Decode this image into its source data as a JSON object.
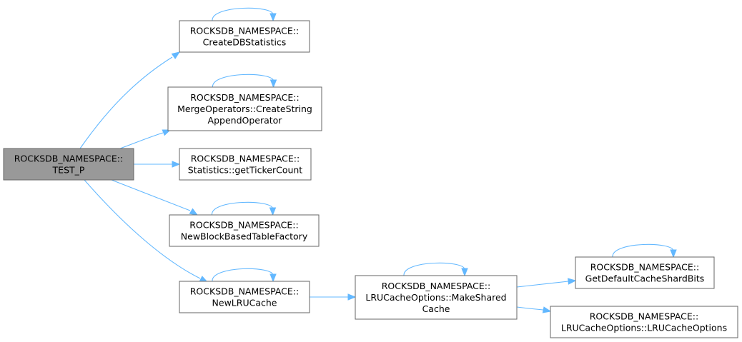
{
  "colors": {
    "root_fill": "#999999",
    "node_fill": "#ffffff",
    "border": "#666666",
    "edge": "#63b8ff",
    "text": "#000000"
  },
  "nodes": [
    {
      "id": "test_p",
      "lines": [
        "ROCKSDB_NAMESPACE::",
        "TEST_P"
      ],
      "root": true,
      "self_loop": false
    },
    {
      "id": "create_db_statistics",
      "lines": [
        "ROCKSDB_NAMESPACE::",
        "CreateDBStatistics"
      ],
      "root": false,
      "self_loop": true
    },
    {
      "id": "create_string_append_operator",
      "lines": [
        "ROCKSDB_NAMESPACE::",
        "MergeOperators::CreateString",
        "AppendOperator"
      ],
      "root": false,
      "self_loop": true
    },
    {
      "id": "get_ticker_count",
      "lines": [
        "ROCKSDB_NAMESPACE::",
        "Statistics::getTickerCount"
      ],
      "root": false,
      "self_loop": false
    },
    {
      "id": "new_block_based_table_factory",
      "lines": [
        "ROCKSDB_NAMESPACE::",
        "NewBlockBasedTableFactory"
      ],
      "root": false,
      "self_loop": true
    },
    {
      "id": "new_lru_cache",
      "lines": [
        "ROCKSDB_NAMESPACE::",
        "NewLRUCache"
      ],
      "root": false,
      "self_loop": true
    },
    {
      "id": "make_shared_cache",
      "lines": [
        "ROCKSDB_NAMESPACE::",
        "LRUCacheOptions::MakeShared",
        "Cache"
      ],
      "root": false,
      "self_loop": true
    },
    {
      "id": "get_default_cache_shard_bits",
      "lines": [
        "ROCKSDB_NAMESPACE::",
        "GetDefaultCacheShardBits"
      ],
      "root": false,
      "self_loop": true
    },
    {
      "id": "lru_cache_options_ctor",
      "lines": [
        "ROCKSDB_NAMESPACE::",
        "LRUCacheOptions::LRUCacheOptions"
      ],
      "root": false,
      "self_loop": false
    }
  ],
  "edges": [
    {
      "from": "test_p",
      "to": "create_db_statistics"
    },
    {
      "from": "test_p",
      "to": "create_string_append_operator"
    },
    {
      "from": "test_p",
      "to": "get_ticker_count"
    },
    {
      "from": "test_p",
      "to": "new_block_based_table_factory"
    },
    {
      "from": "test_p",
      "to": "new_lru_cache"
    },
    {
      "from": "new_lru_cache",
      "to": "make_shared_cache"
    },
    {
      "from": "make_shared_cache",
      "to": "get_default_cache_shard_bits"
    },
    {
      "from": "make_shared_cache",
      "to": "lru_cache_options_ctor"
    }
  ]
}
